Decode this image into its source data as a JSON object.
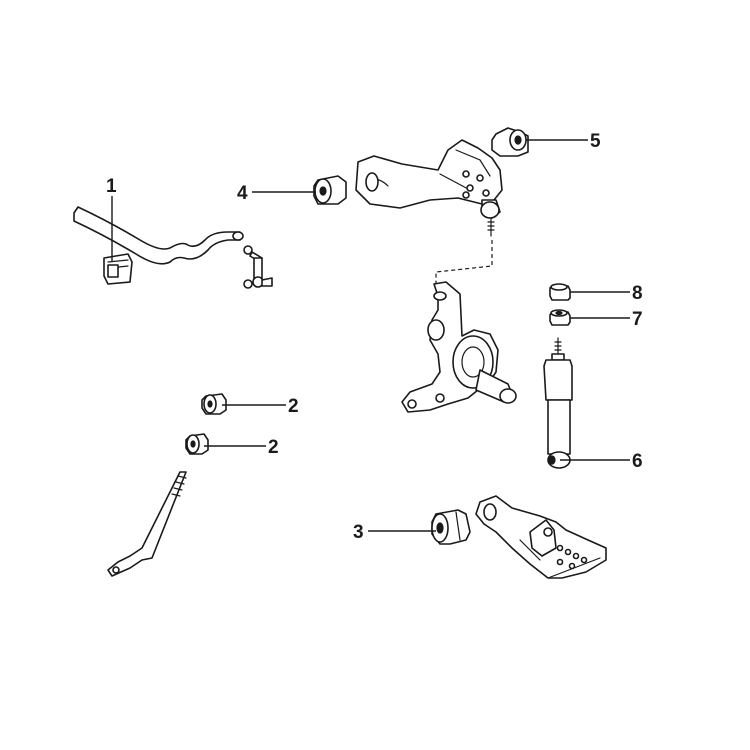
{
  "callouts": [
    {
      "id": "c1",
      "label": "1",
      "part": "stabilizer-bar-bushing"
    },
    {
      "id": "c2a",
      "label": "2",
      "part": "strut-rod-bushing-upper"
    },
    {
      "id": "c2b",
      "label": "2",
      "part": "strut-rod-bushing-lower"
    },
    {
      "id": "c3",
      "label": "3",
      "part": "lower-arm-bushing"
    },
    {
      "id": "c4",
      "label": "4",
      "part": "upper-arm-bushing-front"
    },
    {
      "id": "c5",
      "label": "5",
      "part": "upper-arm-bushing-rear"
    },
    {
      "id": "c6",
      "label": "6",
      "part": "shock-absorber"
    },
    {
      "id": "c7",
      "label": "7",
      "part": "shock-bushing-lower"
    },
    {
      "id": "c8",
      "label": "8",
      "part": "shock-bushing-upper"
    }
  ]
}
